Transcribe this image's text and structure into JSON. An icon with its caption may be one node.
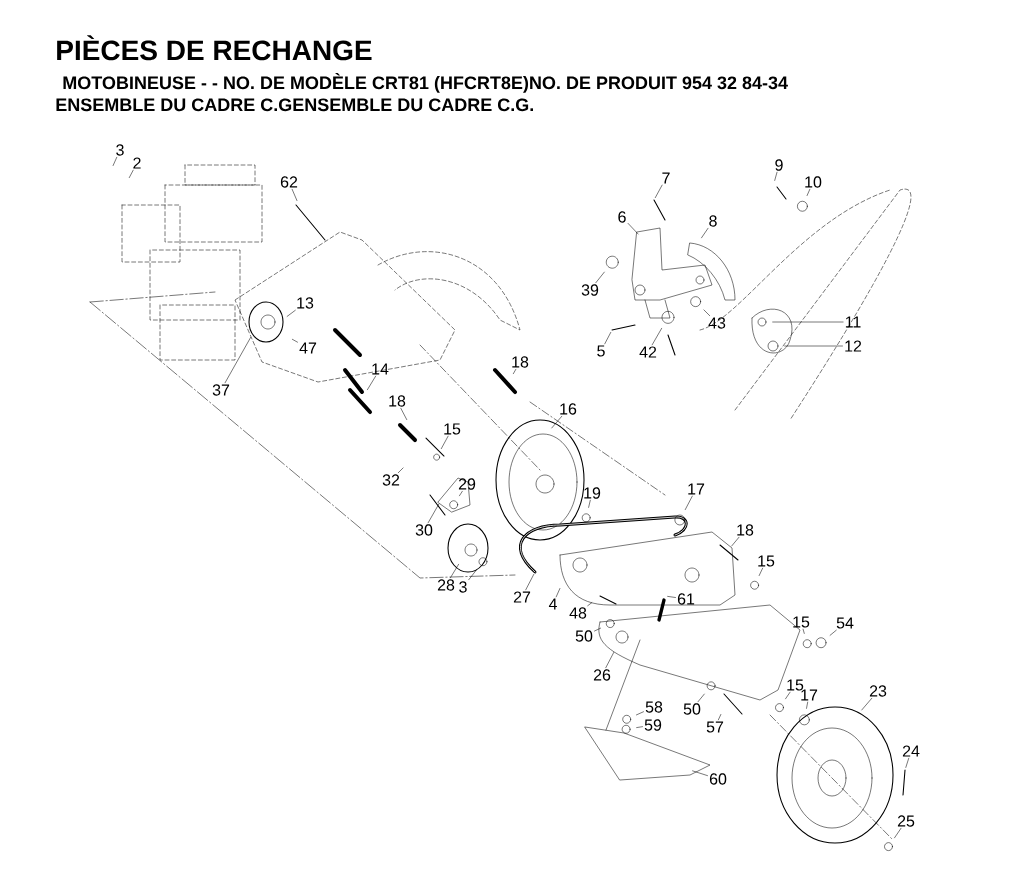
{
  "diagram": {
    "title": "PIÈCES DE RECHANGE",
    "nodes": [
      {
        "text": [
          "3"
        ]
      },
      {
        "text": [
          "2"
        ]
      },
      {
        "text": [
          "9"
        ]
      },
      {
        "text": [
          "7"
        ]
      },
      {
        "text": [
          "10"
        ]
      },
      {
        "text": [
          "62"
        ]
      },
      {
        "text": [
          "6"
        ]
      },
      {
        "text": [
          "8"
        ]
      },
      {
        "text": [
          "39"
        ]
      },
      {
        "text": [
          "13"
        ]
      },
      {
        "text": [
          "43"
        ]
      },
      {
        "text": [
          "11"
        ]
      },
      {
        "text": [
          "47"
        ]
      },
      {
        "text": [
          "5"
        ]
      },
      {
        "text": [
          "42"
        ]
      },
      {
        "text": [
          "12"
        ]
      },
      {
        "text": [
          "18"
        ]
      },
      {
        "text": [
          "14"
        ]
      },
      {
        "text": [
          "37"
        ]
      },
      {
        "text": [
          "18"
        ]
      },
      {
        "text": [
          "16"
        ]
      },
      {
        "text": [
          "15"
        ]
      },
      {
        "text": [
          "32"
        ]
      },
      {
        "text": [
          "29"
        ]
      },
      {
        "text": [
          "17"
        ]
      },
      {
        "text": [
          "19"
        ]
      },
      {
        "text": [
          "18"
        ]
      },
      {
        "text": [
          "30"
        ]
      },
      {
        "text": [
          "15"
        ]
      },
      {
        "text": [
          "28"
        ]
      },
      {
        "text": [
          "3"
        ]
      },
      {
        "text": [
          "27"
        ]
      },
      {
        "text": [
          "4"
        ]
      },
      {
        "text": [
          "61"
        ]
      },
      {
        "text": [
          "48"
        ]
      },
      {
        "text": [
          "15"
        ]
      },
      {
        "text": [
          "54"
        ]
      },
      {
        "text": [
          "50"
        ]
      },
      {
        "text": [
          "26"
        ]
      },
      {
        "text": [
          "15"
        ]
      },
      {
        "text": [
          "23"
        ]
      },
      {
        "text": [
          "17"
        ]
      },
      {
        "text": [
          "58"
        ]
      },
      {
        "text": [
          "50"
        ]
      },
      {
        "text": [
          "59"
        ]
      },
      {
        "text": [
          "57"
        ]
      },
      {
        "text": [
          "24"
        ]
      },
      {
        "text": [
          "60"
        ]
      },
      {
        "text": [
          "25"
        ]
      }
    ],
    "edges": [
      {
        "from": 0,
        "to": null,
        "arrow": "none"
      },
      {
        "from": 1,
        "to": null,
        "arrow": "none"
      },
      {
        "from": 2,
        "to": null,
        "arrow": "none"
      },
      {
        "from": 3,
        "to": null,
        "arrow": "none"
      },
      {
        "from": 4,
        "to": null,
        "arrow": "none"
      },
      {
        "from": 5,
        "to": null,
        "arrow": "none"
      },
      {
        "from": 6,
        "to": null,
        "arrow": "none"
      },
      {
        "from": 7,
        "to": null,
        "arrow": "none"
      },
      {
        "from": 8,
        "to": null,
        "arrow": "none"
      },
      {
        "from": 9,
        "to": null,
        "arrow": "none"
      },
      {
        "from": 10,
        "to": null,
        "arrow": "none"
      },
      {
        "from": 11,
        "to": null,
        "arrow": "none"
      },
      {
        "from": 12,
        "to": null,
        "arrow": "none"
      },
      {
        "from": 13,
        "to": null,
        "arrow": "none"
      },
      {
        "from": 14,
        "to": null,
        "arrow": "none"
      },
      {
        "from": 15,
        "to": null,
        "arrow": "none"
      },
      {
        "from": 16,
        "to": null,
        "arrow": "none"
      },
      {
        "from": 17,
        "to": null,
        "arrow": "none"
      },
      {
        "from": 18,
        "to": null,
        "arrow": "none"
      },
      {
        "from": 19,
        "to": null,
        "arrow": "none"
      },
      {
        "from": 20,
        "to": null,
        "arrow": "none"
      },
      {
        "from": 21,
        "to": null,
        "arrow": "none"
      },
      {
        "from": 22,
        "to": null,
        "arrow": "none"
      },
      {
        "from": 23,
        "to": null,
        "arrow": "none"
      },
      {
        "from": 24,
        "to": null,
        "arrow": "none"
      },
      {
        "from": 25,
        "to": null,
        "arrow": "none"
      },
      {
        "from": 26,
        "to": null,
        "arrow": "none"
      },
      {
        "from": 27,
        "to": null,
        "arrow": "none"
      },
      {
        "from": 28,
        "to": null,
        "arrow": "none"
      },
      {
        "from": 29,
        "to": null,
        "arrow": "none"
      },
      {
        "from": 30,
        "to": null,
        "arrow": "none"
      },
      {
        "from": 31,
        "to": null,
        "arrow": "none"
      },
      {
        "from": 32,
        "to": null,
        "arrow": "none"
      },
      {
        "from": 33,
        "to": null,
        "arrow": "none"
      },
      {
        "from": 34,
        "to": null,
        "arrow": "none"
      },
      {
        "from": 35,
        "to": null,
        "arrow": "none"
      },
      {
        "from": 36,
        "to": null,
        "arrow": "none"
      },
      {
        "from": 37,
        "to": null,
        "arrow": "none"
      },
      {
        "from": 38,
        "to": null,
        "arrow": "none"
      },
      {
        "from": 39,
        "to": null,
        "arrow": "none"
      },
      {
        "from": 40,
        "to": null,
        "arrow": "none"
      },
      {
        "from": 41,
        "to": null,
        "arrow": "none"
      },
      {
        "from": 42,
        "to": null,
        "arrow": "none"
      },
      {
        "from": 43,
        "to": null,
        "arrow": "none"
      },
      {
        "from": 44,
        "to": null,
        "arrow": "none"
      },
      {
        "from": 45,
        "to": null,
        "arrow": "none"
      },
      {
        "from": 46,
        "to": null,
        "arrow": "none"
      },
      {
        "from": 47,
        "to": null,
        "arrow": "none"
      },
      {
        "from": 48,
        "to": null,
        "arrow": "none"
      }
    ],
    "labels": [
      "MOTOBINEUSE - - NO.  DE MODÈLE CRT81 (HFCRT8E)NO. DE PRODUIT 954 32 84-34",
      "ENSEMBLE DU CADRE C.GENSEMBLE DU CADRE C.G."
    ]
  }
}
